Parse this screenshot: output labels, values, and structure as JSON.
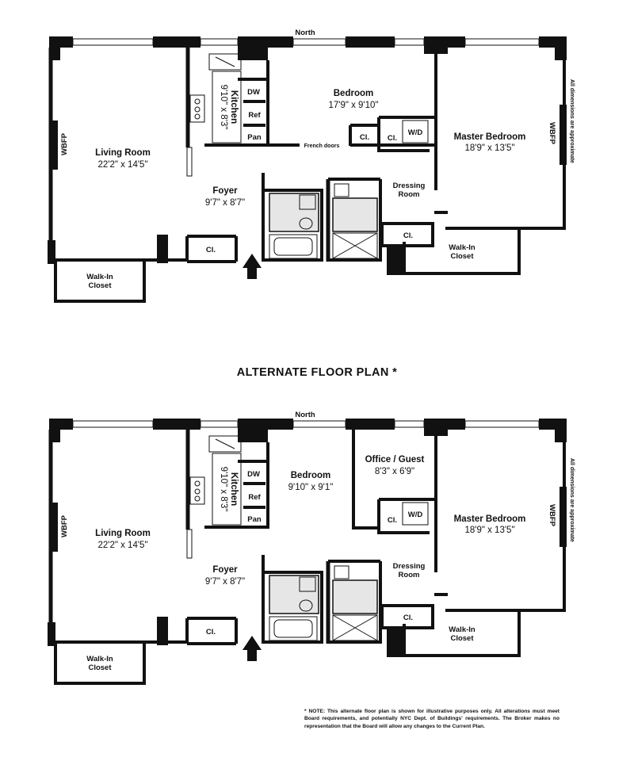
{
  "compass": {
    "north": "North"
  },
  "side_note": "All dimensions are approximate",
  "alternate_title": "ALTERNATE FLOOR PLAN *",
  "note": "* NOTE: This alternate floor plan is shown for illustrative purposes only. All alterations must meet Board requirements, and potentially NYC Dept. of Buildings' requirements. The Broker makes no representation that the Board will allow any changes to the Current Plan.",
  "plans": [
    {
      "id": "current",
      "rooms": {
        "living": {
          "name": "Living Room",
          "dims": "22'2\"  x  14'5\""
        },
        "fireplace_left": "WBFP",
        "kitchen": {
          "name": "Kitchen",
          "dims": "9'10\"  x  8'3\""
        },
        "dw": "DW",
        "ref": "Ref",
        "pan": "Pan",
        "bedroom": {
          "name": "Bedroom",
          "dims": "17'9\"  x  9'10\""
        },
        "french_doors": "French doors",
        "bedroom_closet": "Cl.",
        "wd_closet": "Cl.",
        "wd": "W/D",
        "master": {
          "name": "Master Bedroom",
          "dims": "18'9\"  x  13'5\""
        },
        "fireplace_right": "WBFP",
        "foyer": {
          "name": "Foyer",
          "dims": "9'7\"  x  8'7\""
        },
        "dressing": [
          "Dressing",
          "Room"
        ],
        "dressing_closet": "Cl.",
        "master_walkin": [
          "Walk-In",
          "Closet"
        ],
        "foyer_closet": "Cl.",
        "living_walkin": [
          "Walk-In",
          "Closet"
        ]
      }
    },
    {
      "id": "alternate",
      "rooms": {
        "living": {
          "name": "Living Room",
          "dims": "22'2\"  x  14'5\""
        },
        "fireplace_left": "WBFP",
        "kitchen": {
          "name": "Kitchen",
          "dims": "9'10\"  x  8'3\""
        },
        "dw": "DW",
        "ref": "Ref",
        "pan": "Pan",
        "bedroom": {
          "name": "Bedroom",
          "dims": "9'10\"  x  9'1\""
        },
        "office": {
          "name": "Office / Guest",
          "dims": "8'3\"  x  6'9\""
        },
        "wd_closet": "Cl.",
        "wd": "W/D",
        "master": {
          "name": "Master Bedroom",
          "dims": "18'9\"  x  13'5\""
        },
        "fireplace_right": "WBFP",
        "foyer": {
          "name": "Foyer",
          "dims": "9'7\"  x  8'7\""
        },
        "dressing": [
          "Dressing",
          "Room"
        ],
        "dressing_closet": "Cl.",
        "master_walkin": [
          "Walk-In",
          "Closet"
        ],
        "foyer_closet": "Cl.",
        "living_walkin": [
          "Walk-In",
          "Closet"
        ]
      }
    }
  ]
}
